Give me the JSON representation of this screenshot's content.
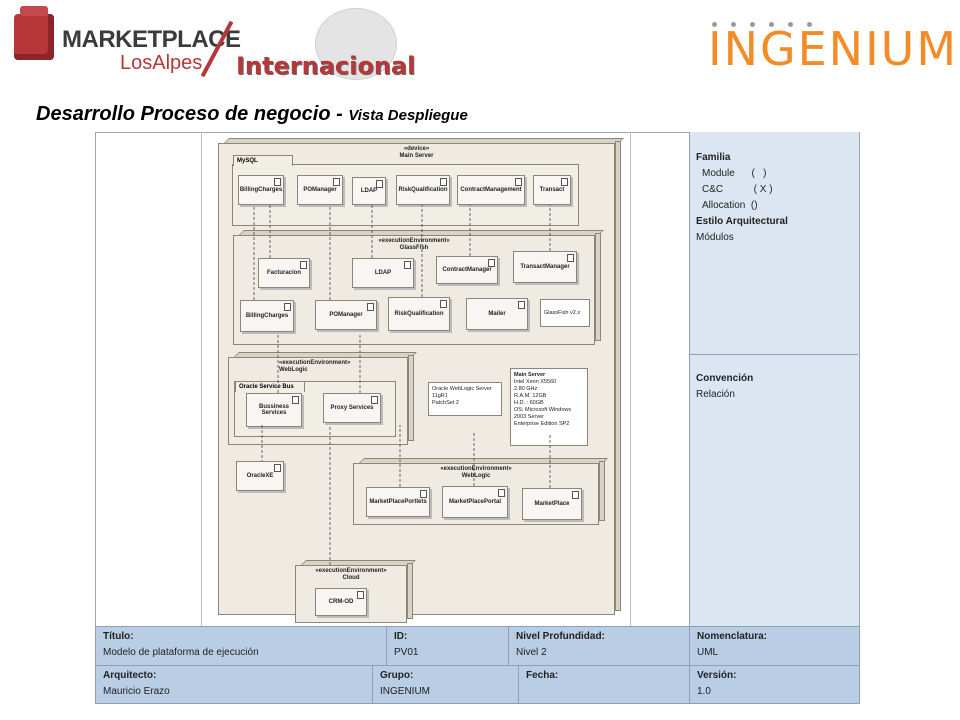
{
  "header": {
    "marketplace_logo": "MARKETPLACE",
    "marketplace_sub": "LosAlpes",
    "internacional": "Internacional",
    "ingenium_logo": "INGENIUM",
    "title_main": "Desarrollo Proceso de negocio - ",
    "title_sub": "Vista Despliegue"
  },
  "panel": {
    "familia_label": "Familia",
    "module": "Module      (   )",
    "cc": "C&C           ( X )",
    "allocation": "Allocation  ()",
    "estilo_label": "Estilo Arquitectural",
    "estilo_value": "Módulos",
    "convencion_label": "Convención",
    "convencion_value": "Relación"
  },
  "diagram": {
    "main_server_stereo": "«device»",
    "main_server": "Main Server",
    "mysql": "MySQL",
    "mysql_comps": [
      "BillingCharges",
      "POManager",
      "LDAP",
      "RiskQualification",
      "ContractManagement",
      "Transact"
    ],
    "glassfish_stereo": "«executionEnvironment»",
    "glassfish": "GlassFish",
    "gf_row1": [
      "Facturacion",
      "LDAP",
      "ContractManager",
      "TransactManager"
    ],
    "gf_row2": [
      "BillingCharges",
      "POManager",
      "RiskQualification",
      "Mailer"
    ],
    "gf_note": "GlassFish v2.x",
    "weblogic1_stereo": "«executionEnvironment»",
    "weblogic1": "WebLogic",
    "osb": "Oracle Service Bus",
    "osb_comps": [
      "Bussiness Services",
      "Proxy Services"
    ],
    "note_wl": [
      "Oracle WebLogic Server",
      "11gR1",
      "PatchSet 2"
    ],
    "note_server_title": "Main Server",
    "note_server": [
      "Intel Xeon X5560",
      "2.80 GHz",
      "R.A.M. 12GB",
      "H.D. : 60GB",
      "OS: Microsoft Windows",
      "2003 Server",
      "Enterprise Edition SP2"
    ],
    "oraclexe": "OracleXE",
    "weblogic2_stereo": "«executionEnvironment»",
    "weblogic2": "WebLogic",
    "wl2_comps": [
      "MarketPlacePortlets",
      "MarketPlacePortal",
      "MarketPlace"
    ],
    "cloud_stereo": "«executionEnvironment»",
    "cloud": "Cloud",
    "crm": "CRM-OD"
  },
  "table": {
    "titulo_label": "Título:",
    "titulo_value": "Modelo de plataforma de ejecución",
    "id_label": "ID:",
    "id_value": "PV01",
    "nivel_label": "Nivel Profundidad:",
    "nivel_value": "Nivel 2",
    "nomen_label": "Nomenclatura:",
    "nomen_value": "UML",
    "arq_label": "Arquitecto:",
    "arq_value": "Mauricio Erazo",
    "grupo_label": "Grupo:",
    "grupo_value": "INGENIUM",
    "fecha_label": "Fecha:",
    "version_label": "Versión:",
    "version_value": "1.0"
  },
  "colors": {
    "brand_red": "#b5373a",
    "ingenium_orange": "#f28c28",
    "panel_blue": "#dce6f2",
    "table_blue": "#b9cde5"
  }
}
